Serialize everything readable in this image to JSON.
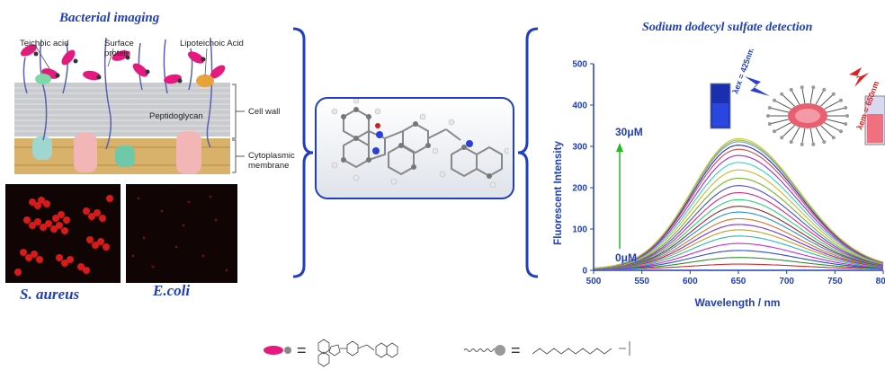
{
  "left_panel": {
    "title": "Bacterial imaging",
    "labels": {
      "teichoic": "Teichoic acid",
      "surface_protein_1": "Surface",
      "surface_protein_2": "protein",
      "lipoteichoic": "Lipoteichoic Acid",
      "peptidoglycan": "Peptidoglycan",
      "cell_wall": "Cell wall",
      "cyto_1": "Cytoplasmic",
      "cyto_2": "membrane"
    },
    "images": [
      {
        "species": "S. aureus"
      },
      {
        "species": "E.coli"
      }
    ]
  },
  "right_panel": {
    "title": "Sodium dodecyl sulfate detection",
    "conc_high": "30μM",
    "conc_low": "0μM",
    "lambda_ex": "λex = 425nm",
    "lambda_em": "λem = 650nm"
  },
  "chart_data": {
    "type": "line",
    "xlabel": "Wavelength / nm",
    "ylabel": "Fluorescent Intensity",
    "xlim": [
      500,
      800
    ],
    "ylim": [
      0,
      500
    ],
    "x_ticks": [
      500,
      550,
      600,
      650,
      700,
      750,
      800
    ],
    "y_ticks": [
      0,
      100,
      200,
      300,
      400,
      500
    ],
    "peak_wavelength": 650,
    "series_peaks": [
      12,
      28,
      45,
      62,
      80,
      95,
      108,
      122,
      138,
      152,
      168,
      185,
      202,
      220,
      240,
      258,
      275,
      290,
      300,
      308,
      312,
      316
    ],
    "colors": {
      "axis": "#1f3fc0",
      "arrow": "#22bb22",
      "ticks": "#1f3fc0"
    }
  },
  "legend": {
    "equals": "="
  }
}
